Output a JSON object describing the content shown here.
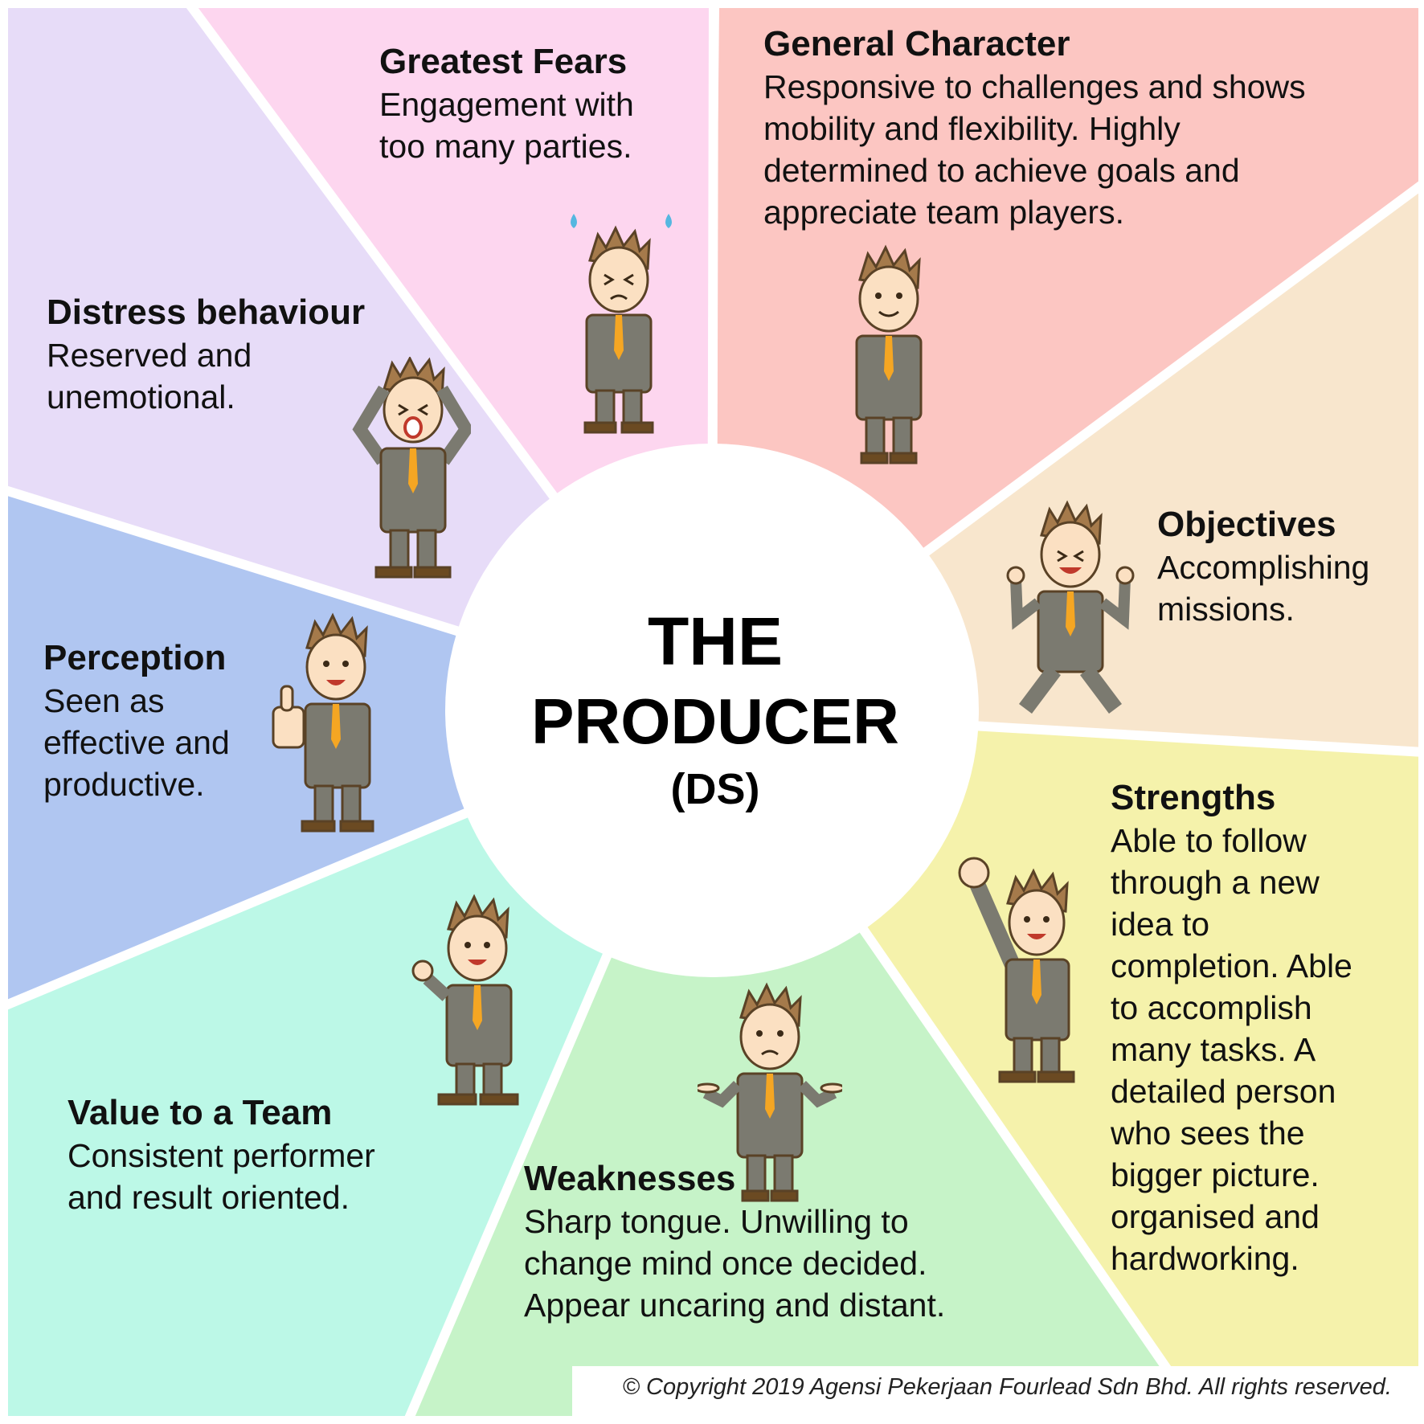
{
  "center": {
    "line1": "THE",
    "line2": "PRODUCER",
    "line3": "(DS)"
  },
  "segments": [
    {
      "id": "general-character",
      "color": "#fcc6c2",
      "title": "General Character",
      "body": [
        "Responsive to challenges and shows",
        "mobility and flexibility. Highly",
        "determined to achieve goals and",
        "appreciate team players."
      ],
      "figure": "smiling-standing-icon"
    },
    {
      "id": "objectives",
      "color": "#f8e6cd",
      "title": "Objectives",
      "body": [
        "Accomplishing",
        "missions."
      ],
      "figure": "jumping-celebrating-icon"
    },
    {
      "id": "strengths",
      "color": "#f5f2ab",
      "title": "Strengths",
      "body": [
        "Able to follow",
        "through a new",
        "idea to",
        "completion. Able",
        "to accomplish",
        "many tasks. A",
        "detailed person",
        "who sees the",
        "bigger picture.",
        "organised and",
        "hardworking."
      ],
      "figure": "fist-raised-icon"
    },
    {
      "id": "weaknesses",
      "color": "#c6f3c8",
      "title": "Weaknesses",
      "body": [
        "Sharp tongue. Unwilling to",
        "change mind once decided.",
        "Appear uncaring and distant."
      ],
      "figure": "shrugging-icon"
    },
    {
      "id": "value-to-team",
      "color": "#bcf8e7",
      "title": "Value to a Team",
      "body": [
        "Consistent performer",
        "and result oriented."
      ],
      "figure": "pointing-idea-icon"
    },
    {
      "id": "perception",
      "color": "#b0c6f1",
      "title": "Perception",
      "body": [
        "Seen as",
        "effective and",
        "productive."
      ],
      "figure": "thumbs-up-icon"
    },
    {
      "id": "distress-behaviour",
      "color": "#e7dcf8",
      "title": "Distress behaviour",
      "body": [
        "Reserved and",
        "unemotional."
      ],
      "figure": "head-in-hands-icon"
    },
    {
      "id": "greatest-fears",
      "color": "#fdd6ef",
      "title": "Greatest Fears",
      "body": [
        "Engagement with",
        "too many parties."
      ],
      "figure": "nervous-sweating-icon"
    }
  ],
  "copyright": "© Copyright 2019 Agensi Pekerjaan Fourlead Sdn Bhd. All rights reserved."
}
